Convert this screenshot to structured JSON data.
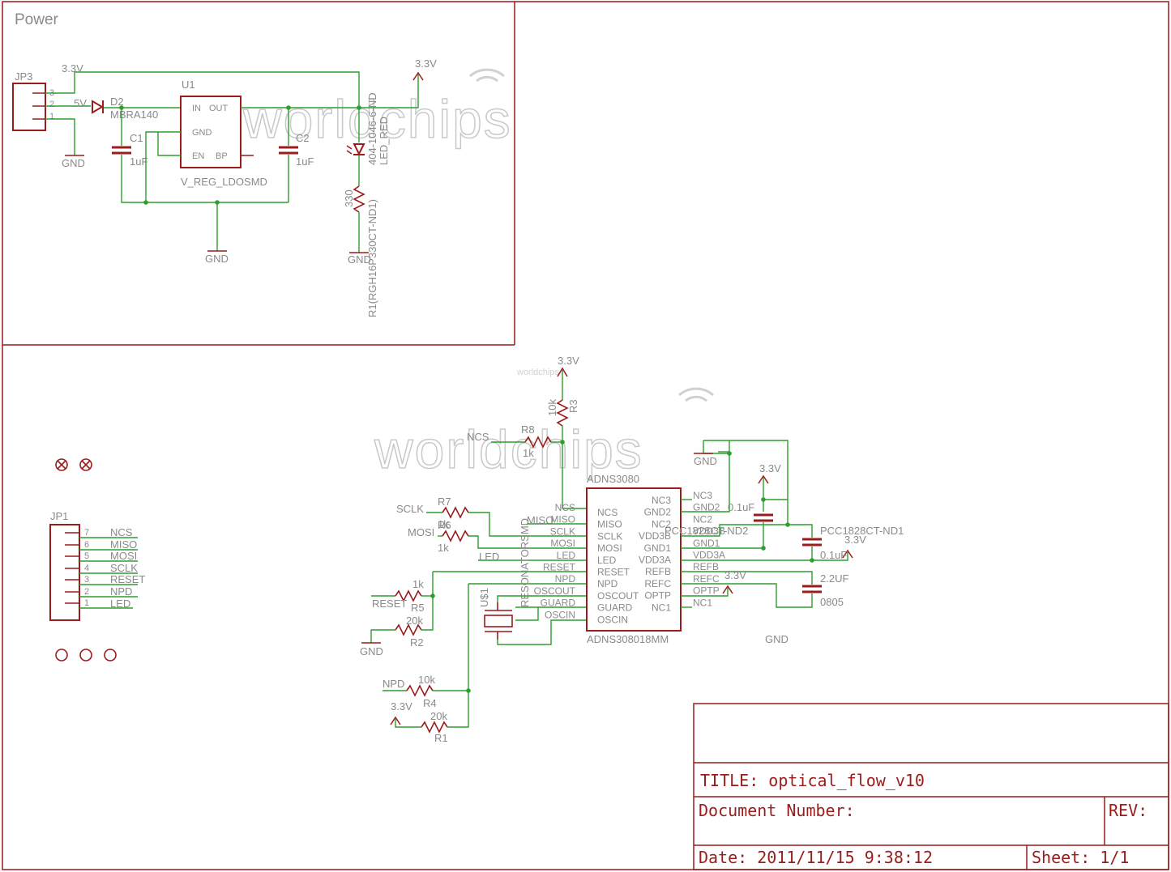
{
  "sheet": {
    "frame_label": "Power",
    "watermark": "worldchips"
  },
  "power_section": {
    "jp3": {
      "name": "JP3",
      "pins": [
        "3",
        "2",
        "1"
      ]
    },
    "rail_3v3_top": "3.3V",
    "rail_3v3_right": "3.3V",
    "net_5v": "5V",
    "d2": {
      "name": "D2",
      "value": "MBRA140"
    },
    "u1": {
      "name": "U1",
      "value": "V_REG_LDOSMD",
      "pins": {
        "in": "IN",
        "out": "OUT",
        "gnd": "GND",
        "en": "EN",
        "bp": "BP"
      }
    },
    "c1": {
      "name": "C1",
      "value": "1uF"
    },
    "c2": {
      "name": "C2",
      "value": "1uF"
    },
    "led": {
      "name": "404-1046-6-ND",
      "value": "LED_RED"
    },
    "r1": {
      "name": "R1(RGH16P330CT-ND1)",
      "value": "330"
    },
    "gnd_labels": [
      "GND",
      "GND",
      "GND"
    ]
  },
  "sensor_section": {
    "rail_3v3_top": "3.3V",
    "r3": {
      "name": "R3",
      "value": "10k"
    },
    "r8": {
      "name": "R8",
      "value": "1k",
      "net": "NCS"
    },
    "r7": {
      "name": "R7",
      "value": "1k",
      "net": "SCLK"
    },
    "r6": {
      "name": "R6",
      "value": "1k",
      "net": "MOSI"
    },
    "r5": {
      "name": "R5",
      "value": "1k",
      "net": "RESET"
    },
    "r2": {
      "name": "R2",
      "value": "20k"
    },
    "r4": {
      "name": "R4",
      "value": "10k",
      "net": "NPD"
    },
    "r1b": {
      "name": "R1",
      "value": "20k",
      "net": "3.3V"
    },
    "gnd_left": "GND",
    "gnd_top": "GND",
    "gnd_right": "GND",
    "resonator": {
      "name": "U$1",
      "value": "RESONATORSMD"
    },
    "ic": {
      "name": "ADNS3080",
      "value": "ADNS308018MM",
      "left_pins": [
        "NCS",
        "MISO",
        "SCLK",
        "MOSI",
        "LED",
        "RESET",
        "NPD",
        "OSCOUT",
        "GUARD",
        "OSCIN"
      ],
      "right_pins": [
        "NC3",
        "GND2",
        "NC2",
        "VDD3B",
        "GND1",
        "VDD3A",
        "REFB",
        "REFC",
        "OPTP",
        "NC1"
      ]
    },
    "left_net_labels": [
      "NCS",
      "MISO",
      "SCLK",
      "MOSI",
      "LED",
      "RESET",
      "NPD",
      "OSCOUT",
      "GUARD",
      "OSCIN"
    ],
    "right_net_labels": [
      "NC3",
      "GND2",
      "NC2",
      "VDD3B",
      "GND1",
      "VDD3A",
      "REFB",
      "REFC",
      "OPTP",
      "NC1"
    ],
    "net_miso": "MISO",
    "net_led": "LED",
    "cap_01uf_a": {
      "name": "PCC1828CT-ND2",
      "value": "0.1uF"
    },
    "cap_01uf_b": {
      "name": "PCC1828CT-ND1",
      "value": "0.1uF"
    },
    "cap_22uf": {
      "name": "0805",
      "value": "2.2UF"
    },
    "rail_3v3_a": "3.3V",
    "rail_3v3_b": "3.3V",
    "rail_3v3_c": "3.3V"
  },
  "connector": {
    "name": "JP1",
    "pins": [
      {
        "num": "7",
        "net": "NCS"
      },
      {
        "num": "6",
        "net": "MISO"
      },
      {
        "num": "5",
        "net": "MOSI"
      },
      {
        "num": "4",
        "net": "SCLK"
      },
      {
        "num": "3",
        "net": "RESET"
      },
      {
        "num": "2",
        "net": "NPD"
      },
      {
        "num": "1",
        "net": "LED"
      }
    ]
  },
  "title_block": {
    "title": "TITLE: optical_flow_v10",
    "document_number": "Document Number:",
    "rev": "REV:",
    "date": "Date: 2011/11/15 9:38:12",
    "sheet": "Sheet: 1/1"
  },
  "colors": {
    "frame": "#9a1c1c",
    "wire": "#2e9e2e",
    "text": "#8a8a8a"
  }
}
